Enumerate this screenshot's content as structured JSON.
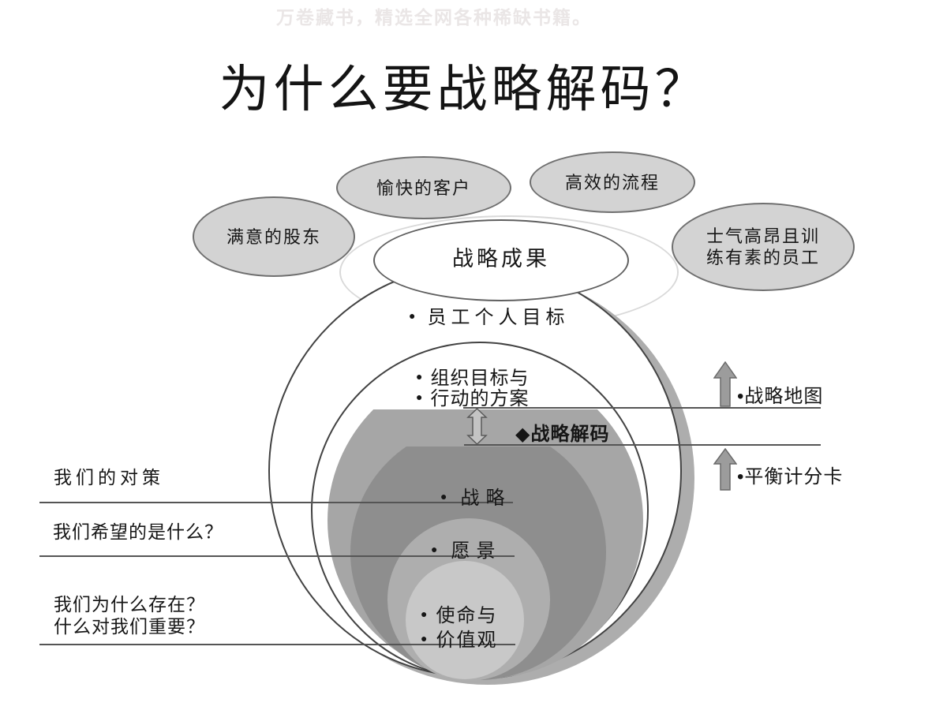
{
  "watermark": "万卷藏书，精选全网各种稀缺书籍。",
  "title": "为什么要战略解码？",
  "symbols": {
    "bullet": "●"
  },
  "bubbles": {
    "shareholders": {
      "label": "满意的股东"
    },
    "customers": {
      "label": "愉快的客户"
    },
    "processes": {
      "label": "高效的流程"
    },
    "employees": {
      "line1": "士气高昂且训",
      "line2": "练有素的员工"
    }
  },
  "core": {
    "outcomes": "战略成果",
    "personal_goals": "员工个人目标",
    "org_goals_line1": "组织目标与",
    "org_goals_line2": "行动的方案",
    "decode": "◆战略解码",
    "strategy": "战略",
    "vision": "愿景",
    "mission_line1": "使命与",
    "mission_line2": "价值观"
  },
  "right": {
    "strategy_map": "•战略地图",
    "balanced_scorecard": "•平衡计分卡"
  },
  "left": {
    "q1": "我们的对策",
    "q2": "我们希望的是什么？",
    "q3_line1": "我们为什么存在？",
    "q3_line2": "什么对我们重要？"
  },
  "colors": {
    "bubble-fill": "#d3d3d3",
    "bubble-border": "#6f6f6f",
    "circle-border": "#424242",
    "faint-border": "#d9d9d9",
    "gray-decode": "#a6a6a6",
    "gray-strategy": "#8e8e8e",
    "gray-vision": "#aeaeae",
    "gray-mission": "#c8c8c8",
    "shadow": "#adadad",
    "line": "#555555",
    "arrow-fill": "#9c9c9c",
    "arrow-border": "#6a6a6a",
    "text": "#161616",
    "watermark": "#eae6e6"
  }
}
